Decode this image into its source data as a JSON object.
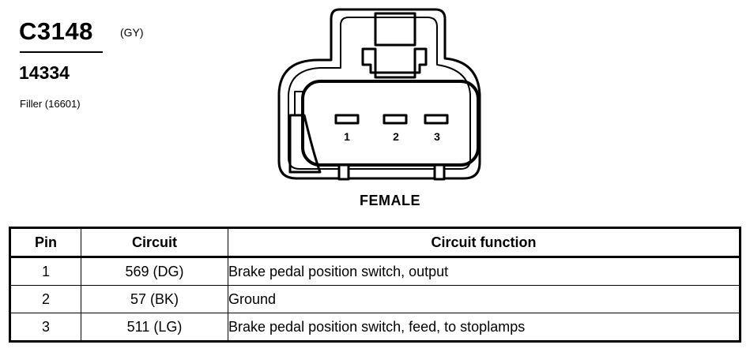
{
  "connector": {
    "id": "C3148",
    "color_code": "(GY)",
    "part_number": "14334",
    "filler_note": "Filler (16601)",
    "gender": "FEMALE",
    "pin_labels": [
      "1",
      "2",
      "3"
    ]
  },
  "table": {
    "headers": {
      "pin": "Pin",
      "circuit": "Circuit",
      "function": "Circuit function"
    },
    "rows": [
      {
        "pin": "1",
        "circuit": "569 (DG)",
        "function": "Brake pedal position switch, output"
      },
      {
        "pin": "2",
        "circuit": "57 (BK)",
        "function": "Ground"
      },
      {
        "pin": "3",
        "circuit": "511 (LG)",
        "function": "Brake pedal position switch, feed, to stoplamps"
      }
    ]
  },
  "colors": {
    "ink": "#000000",
    "background": "#ffffff"
  }
}
